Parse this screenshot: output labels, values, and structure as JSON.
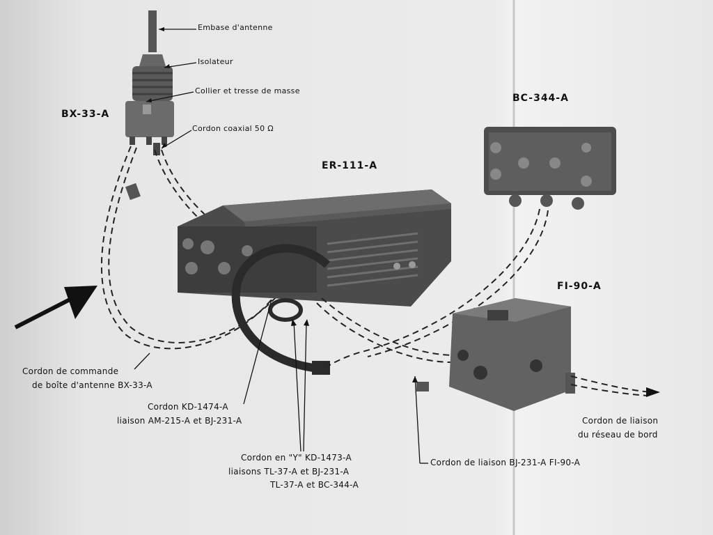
{
  "labels": {
    "embase": "Embase d'antenne",
    "isolateur": "Isolateur",
    "collier": "Collier et tresse de masse",
    "cordon_coax": "Cordon coaxial 50 Ω",
    "bx33": "BX-33-A",
    "er111": "ER-111-A",
    "bc344": "BC-344-A",
    "fi90": "FI-90-A",
    "cmd_line1": "Cordon de commande",
    "cmd_line2": "de boîte d'antenne BX-33-A",
    "kd1474_line1": "Cordon  KD-1474-A",
    "kd1474_line2": "liaison AM-215-A  et  BJ-231-A",
    "kd1473_line1": "Cordon  en \"Y\"  KD-1473-A",
    "kd1473_line2": "liaisons  TL-37-A   et   BJ-231-A",
    "kd1473_line3": "TL-37-A   et   BC-344-A",
    "bj231_fi90": "Cordon de liaison  BJ-231-A   FI-90-A",
    "reseau_line1": "Cordon  de  liaison",
    "reseau_line2": "du  réseau  de  bord"
  }
}
